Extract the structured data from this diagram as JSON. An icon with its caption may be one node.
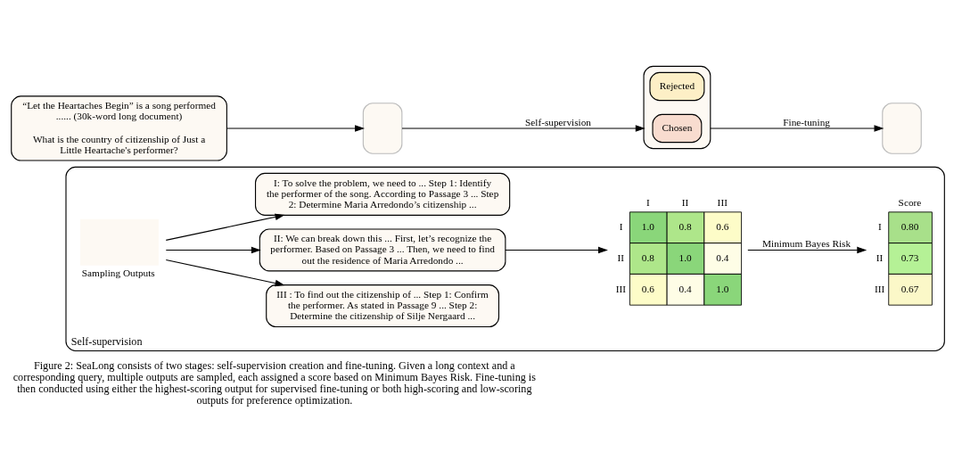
{
  "diagram": {
    "caption": "Figure 2: SeaLong consists of two stages: self-supervision creation and fine-tuning. Given a long context and a corresponding query, multiple outputs are sampled, each assigned a score based on Minimum Bayes Risk. Fine-tuning is then conducted using either the highest-scoring output for supervised fine-tuning or both high-scoring and low-scoring outputs for preference optimization.",
    "nodes": [
      {
        "text": [
          "“Let the Heartaches Begin” is a song performed ...... (30k-word long document)",
          "What is the country of citizenship of Just a Little Heartache's performer?"
        ]
      },
      {
        "text": [],
        "shape": "box"
      },
      {
        "text": [],
        "shape": "box"
      },
      {
        "text": [
          "Chosen"
        ],
        "in": 2
      },
      {
        "text": [
          "Rejected"
        ],
        "in": 2
      },
      {
        "text": [],
        "shape": "box"
      },
      {
        "text": [
          "Self-supervision"
        ]
      },
      {
        "text": [],
        "shape": "box",
        "beside": [
          "Sampling Outputs"
        ],
        "in": 6
      },
      {
        "text": [
          "I: To solve the problem, we need to ... Step 1: Identify the performer of the song. According to Passage 3 ... Step 2: Determine Maria Arredondo’s citizenship ..."
        ],
        "in": 6
      },
      {
        "text": [
          "II: We can break down this ... First, let’s recognize the performer. Based on Passage 3 ... Then, we need to find out the residence of Maria Arredondo ..."
        ],
        "in": 6
      },
      {
        "text": [
          "III : To find out the citizenship of ... Step 1: Confirm the performer. As stated in Passage 9 ... Step 2: Determine the citizenship of Silje Nergaard ..."
        ],
        "in": 6
      },
      {
        "text": [
          "I",
          "II",
          "III",
          "I",
          "1.0",
          "0.8",
          "0.6",
          "II",
          "0.8",
          "1.0",
          "0.4",
          "III",
          "0.6",
          "0.4",
          "1.0"
        ],
        "in": 6
      },
      {
        "text": [
          "Score",
          "I",
          "0.80",
          "II",
          "0.73",
          "III",
          "0.67"
        ],
        "in": 6
      }
    ],
    "edges": [
      {
        "from": 0,
        "to": 1,
        "arrow": "to"
      },
      {
        "from": 1,
        "to": 2,
        "arrow": "to",
        "label": "Self-supervision"
      },
      {
        "from": 2,
        "to": 5,
        "arrow": "to",
        "label": "Fine-tuning"
      },
      {
        "from": 7,
        "to": 8,
        "arrow": "to"
      },
      {
        "from": 7,
        "to": 9,
        "arrow": "to"
      },
      {
        "from": 7,
        "to": 10,
        "arrow": "to"
      },
      {
        "from": 9,
        "to": 11,
        "arrow": "to"
      },
      {
        "from": 11,
        "to": 12,
        "arrow": "to",
        "label": "Minimum Bayes Risk"
      }
    ]
  }
}
